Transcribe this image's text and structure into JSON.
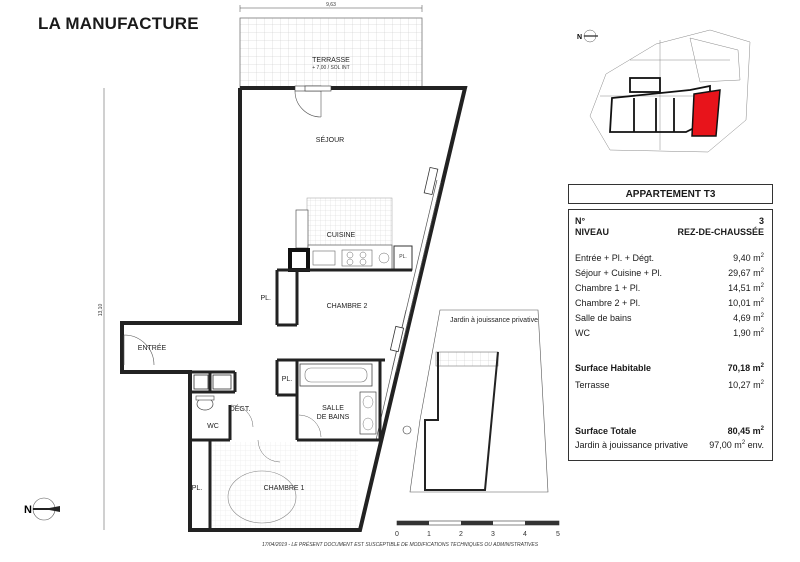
{
  "title": "LA MANUFACTURE",
  "plan": {
    "rooms": {
      "terrasse": "TERRASSE",
      "terrasse_sub": "+ 7,00 / SOL INT",
      "sejour": "SÉJOUR",
      "cuisine": "CUISINE",
      "chambre2": "CHAMBRE 2",
      "pl1": "PL.",
      "pl2": "PL.",
      "pl3": "PL.",
      "pl4": "PL.",
      "entree": "ENTRÉE",
      "degt": "DÉGT.",
      "sdb1": "SALLE",
      "sdb2": "DE BAINS",
      "wc": "WC",
      "chambre1": "CHAMBRE 1",
      "jardin": "Jardin à jouissance privative"
    },
    "dims": {
      "width": "9,63",
      "height": "13,10"
    },
    "scale_labels": [
      "0",
      "1",
      "2",
      "3",
      "4",
      "5"
    ]
  },
  "apartment": {
    "title": "APPARTEMENT T3",
    "no_label": "N°",
    "no_value": "3",
    "niveau_label": "NIVEAU",
    "niveau_value": "REZ-DE-CHAUSSÉE",
    "rooms": [
      {
        "label": "Entrée + Pl. + Dégt.",
        "value": "9,40 m",
        "sup": "2"
      },
      {
        "label": "Séjour + Cuisine + Pl.",
        "value": "29,67 m",
        "sup": "2"
      },
      {
        "label": "Chambre 1 + Pl.",
        "value": "14,51 m",
        "sup": "2"
      },
      {
        "label": "Chambre 2 + Pl.",
        "value": "10,01 m",
        "sup": "2"
      },
      {
        "label": "Salle de bains",
        "value": "4,69 m",
        "sup": "2"
      },
      {
        "label": "WC",
        "value": "1,90 m",
        "sup": "2"
      }
    ],
    "surface_habitable_label": "Surface Habitable",
    "surface_habitable_value": "70,18 m",
    "terrasse_label": "Terrasse",
    "terrasse_value": "10,27 m",
    "surface_totale_label": "Surface Totale",
    "surface_totale_value": "80,45 m",
    "jardin_label": "Jardin à jouissance privative",
    "jardin_value_pre": "97,00 m",
    "jardin_value_post": " env.",
    "sup2": "2"
  },
  "footer": "17/04/2019 - LE PRÉSENT DOCUMENT EST SUSCEPTIBLE DE MODIFICATIONS TECHNIQUES OU ADMINISTRATIVES",
  "compass_label": "N",
  "colors": {
    "wall": "#222222",
    "highlight": "#e8141b",
    "terrace_grid": "#bbbbbb"
  }
}
